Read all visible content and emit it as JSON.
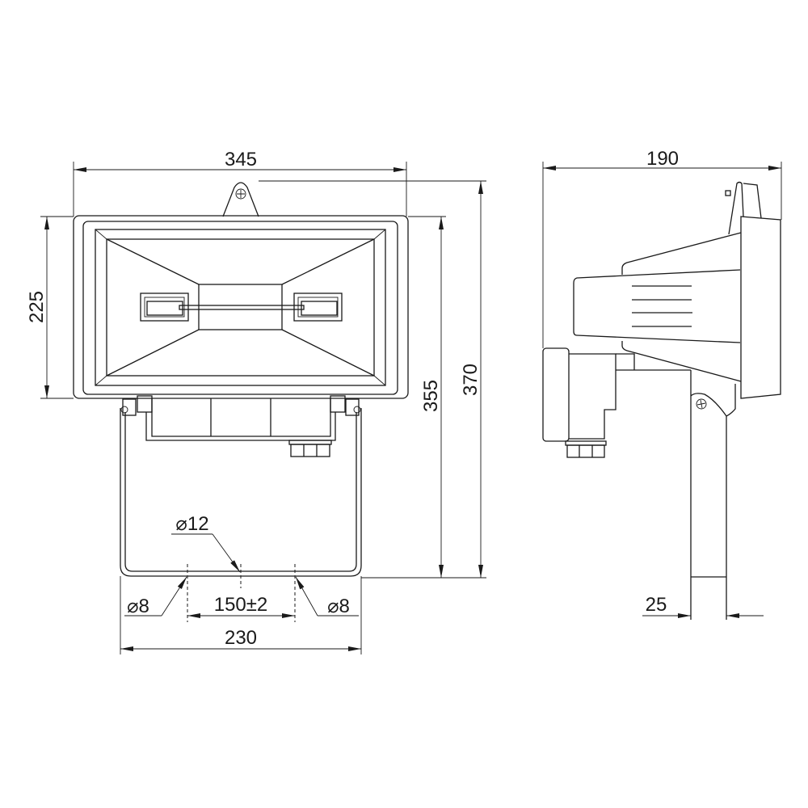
{
  "front_view": {
    "dimensions": {
      "width": "345",
      "height_body": "225",
      "height_total_bracket": "355",
      "height_total": "370",
      "bracket_width": "230",
      "hole_spacing": "150±2",
      "hole_center": "⌀12",
      "hole_left": "⌀8",
      "hole_right": "⌀8"
    }
  },
  "side_view": {
    "dimensions": {
      "depth": "190",
      "arm_width": "25"
    }
  },
  "colors": {
    "line": "#1a1a1a",
    "background": "#ffffff"
  }
}
